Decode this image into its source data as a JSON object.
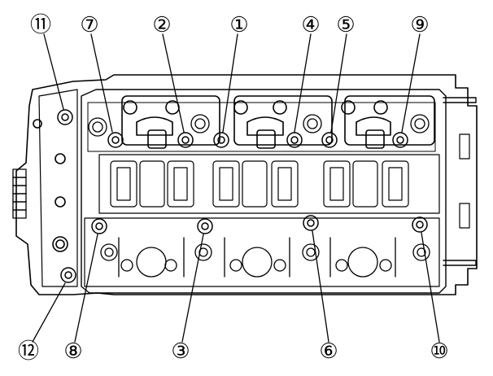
{
  "diagram": {
    "callouts": [
      {
        "id": "callout-11",
        "label": "⑪"
      },
      {
        "id": "callout-7",
        "label": "⑦"
      },
      {
        "id": "callout-2",
        "label": "②"
      },
      {
        "id": "callout-1",
        "label": "①"
      },
      {
        "id": "callout-4",
        "label": "④"
      },
      {
        "id": "callout-5",
        "label": "⑤"
      },
      {
        "id": "callout-9",
        "label": "⑨"
      },
      {
        "id": "callout-12",
        "label": "⑫"
      },
      {
        "id": "callout-8",
        "label": "⑧"
      },
      {
        "id": "callout-3",
        "label": "③"
      },
      {
        "id": "callout-6",
        "label": "⑥"
      },
      {
        "id": "callout-10",
        "label": "⑩"
      }
    ]
  }
}
